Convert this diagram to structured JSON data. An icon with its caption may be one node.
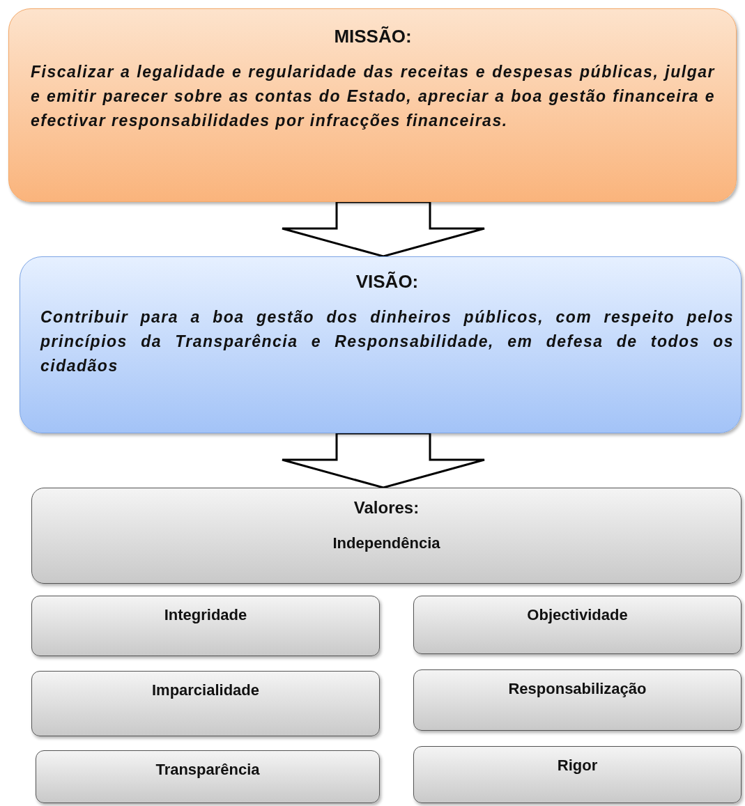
{
  "diagram": {
    "nodes": [
      {
        "text": [
          "MISSÃO:",
          "Fiscalizar a legalidade e regularidade das receitas e despesas públicas, julgar e emitir parecer sobre as contas do Estado, apreciar a boa gestão financeira e efectivar responsabilidades por infracções financeiras."
        ]
      },
      {
        "text": [
          "VISÃO:",
          "Contribuir para a boa gestão dos dinheiros públicos, com respeito pelos princípios da Transparência e Responsabilidade, em defesa de todos os cidadãos"
        ]
      },
      {
        "text": [
          "Valores:",
          "Independência"
        ]
      },
      {
        "text": [
          "Integridade"
        ]
      },
      {
        "text": [
          "Objectividade"
        ]
      },
      {
        "text": [
          "Imparcialidade"
        ]
      },
      {
        "text": [
          "Responsabilização"
        ]
      },
      {
        "text": [
          "Transparência"
        ]
      },
      {
        "text": [
          "Rigor"
        ]
      }
    ],
    "edges": [
      {
        "from": 0,
        "to": 1,
        "arrow": "to"
      },
      {
        "from": 1,
        "to": 2,
        "arrow": "to"
      }
    ]
  }
}
